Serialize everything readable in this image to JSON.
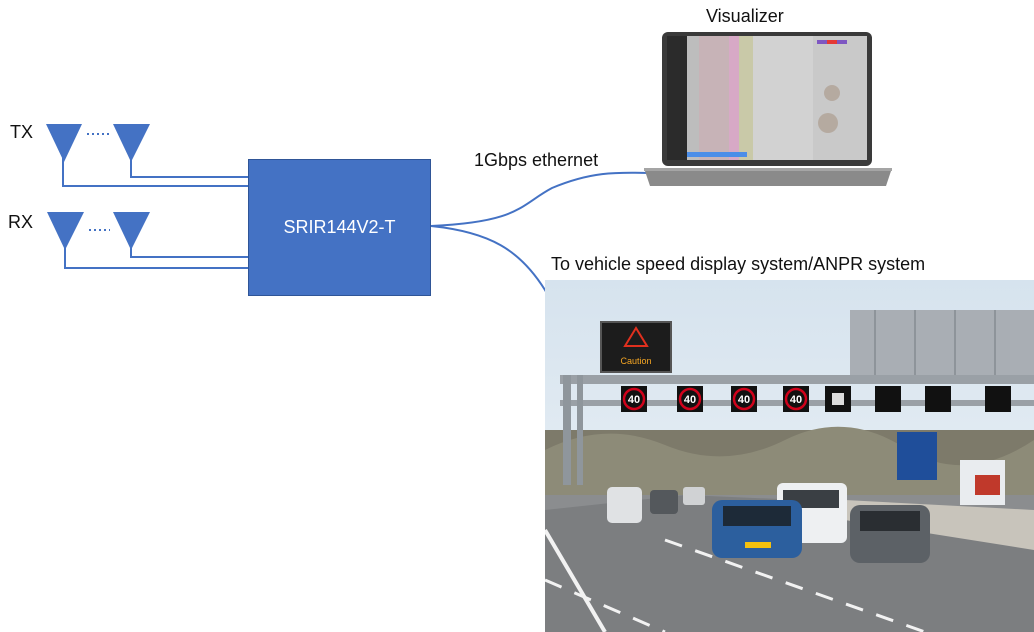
{
  "labels": {
    "visualizer": "Visualizer",
    "tx": "TX",
    "rx": "RX",
    "ethernet": "1Gbps ethernet",
    "destination": "To vehicle speed display system/ANPR system"
  },
  "radar": {
    "label": "SRIR144V2-T"
  },
  "sign": {
    "caution": "Caution",
    "speed_limits": [
      "40",
      "40",
      "40",
      "40"
    ]
  },
  "colors": {
    "radar_box": "#4472c4",
    "wire": "#4472c4",
    "antenna": "#4472c4",
    "sign_led": "#f5a623",
    "speed_ring": "#d0021b"
  }
}
